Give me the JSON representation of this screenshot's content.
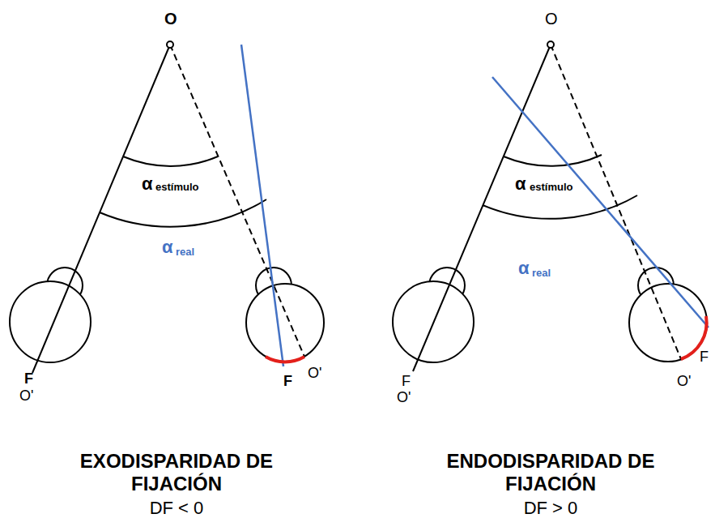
{
  "diagram": {
    "labels": [
      "O",
      "α",
      "estímulo",
      "α",
      "real",
      "F",
      "O'",
      "F",
      "O'",
      "EXODISPARIDAD DE FIJACIÓN",
      "DF < 0",
      "O",
      "α",
      "estímulo",
      "α",
      "real",
      "F",
      "O'",
      "F",
      "O'",
      "ENDODISPARIDAD DE FIJACIÓN",
      "DF > 0"
    ]
  }
}
